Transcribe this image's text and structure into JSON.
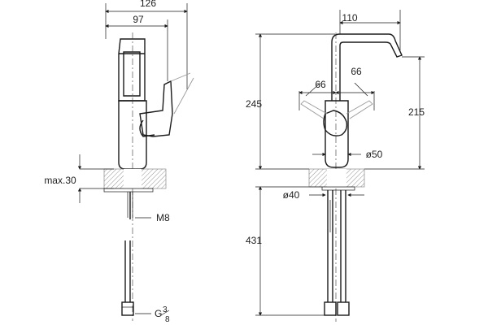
{
  "side_view": {
    "dim_width_total": "126",
    "dim_width_body": "97",
    "dim_max_mounting": "max.30",
    "dim_thread_stud": "M8",
    "dim_connection_main": "G",
    "dim_connection_frac_num": "3",
    "dim_connection_frac_den": "8"
  },
  "front_view": {
    "dim_spout_reach": "110",
    "dim_handle_left": "66",
    "dim_handle_right": "66",
    "dim_total_height": "245",
    "dim_spout_height": "215",
    "dim_body_diameter": "ø50",
    "dim_hole_diameter": "ø40",
    "dim_hose_length": "431"
  }
}
